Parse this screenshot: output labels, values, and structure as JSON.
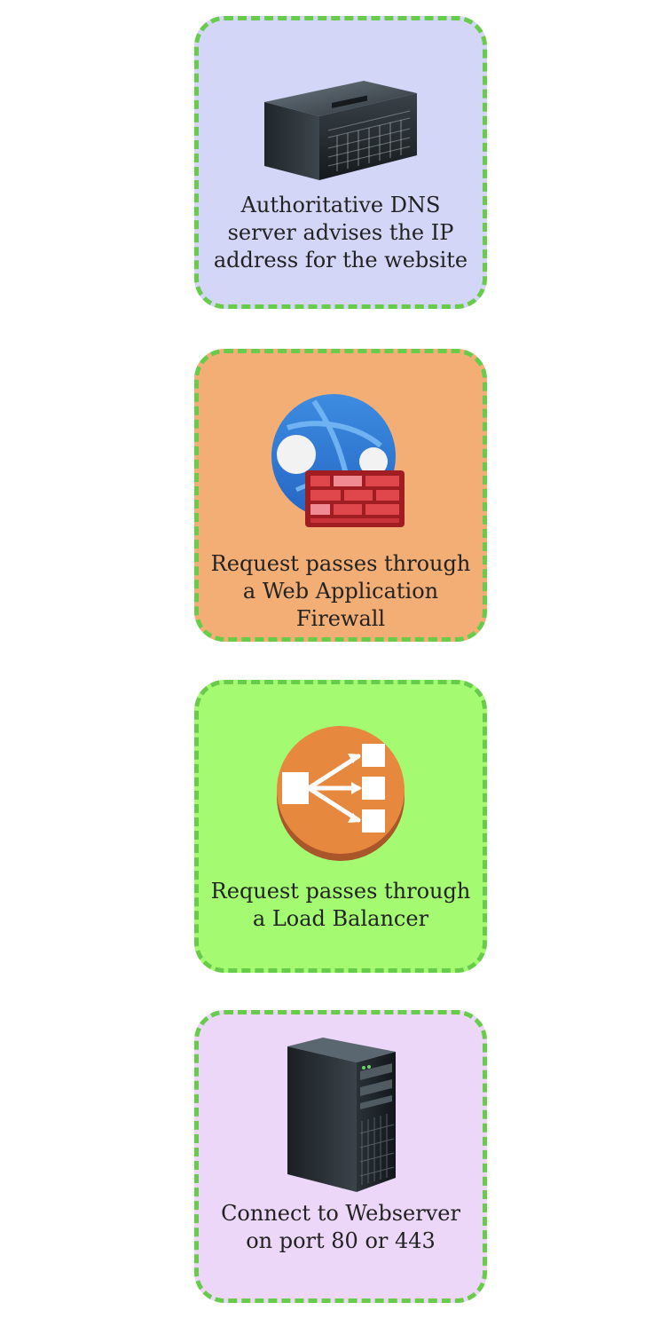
{
  "steps": [
    {
      "label": "Authoritative DNS server advises the IP address for the website",
      "fill": "#d4d6f8",
      "icon": "rack-server-icon"
    },
    {
      "label": "Request passes through a Web Application Firewall",
      "fill": "#f2ae74",
      "icon": "web-application-firewall-icon"
    },
    {
      "label": "Request passes through a Load Balancer",
      "fill": "#a4fb72",
      "icon": "load-balancer-icon"
    },
    {
      "label": "Connect to Webserver on port 80 or 443",
      "fill": "#ecd7f9",
      "icon": "tower-server-icon"
    }
  ],
  "colors": {
    "border": "#66cc4a",
    "text": "#222222"
  }
}
